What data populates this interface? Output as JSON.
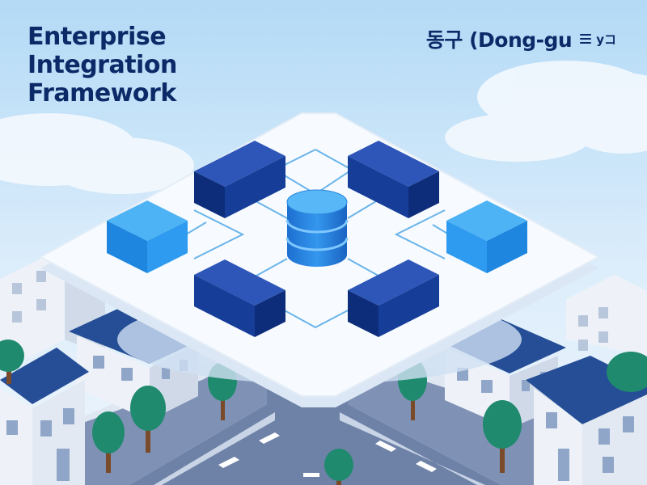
{
  "header": {
    "title_lines": [
      "Enterprise",
      "Integration",
      "Framework"
    ],
    "district": "동구 (Dong-gu",
    "menu_label": "yコ",
    "menu_icon": "hamburger-icon"
  },
  "colors": {
    "title": "#0c2a68",
    "node_dark": "#123a97",
    "node_light": "#2e9bf0",
    "database": "#2e8be6",
    "platform": "#f7fbff",
    "connector": "#6ab4ea",
    "tree": "#1f8a6e",
    "roof": "#254e96",
    "road": "#6e82a8"
  }
}
